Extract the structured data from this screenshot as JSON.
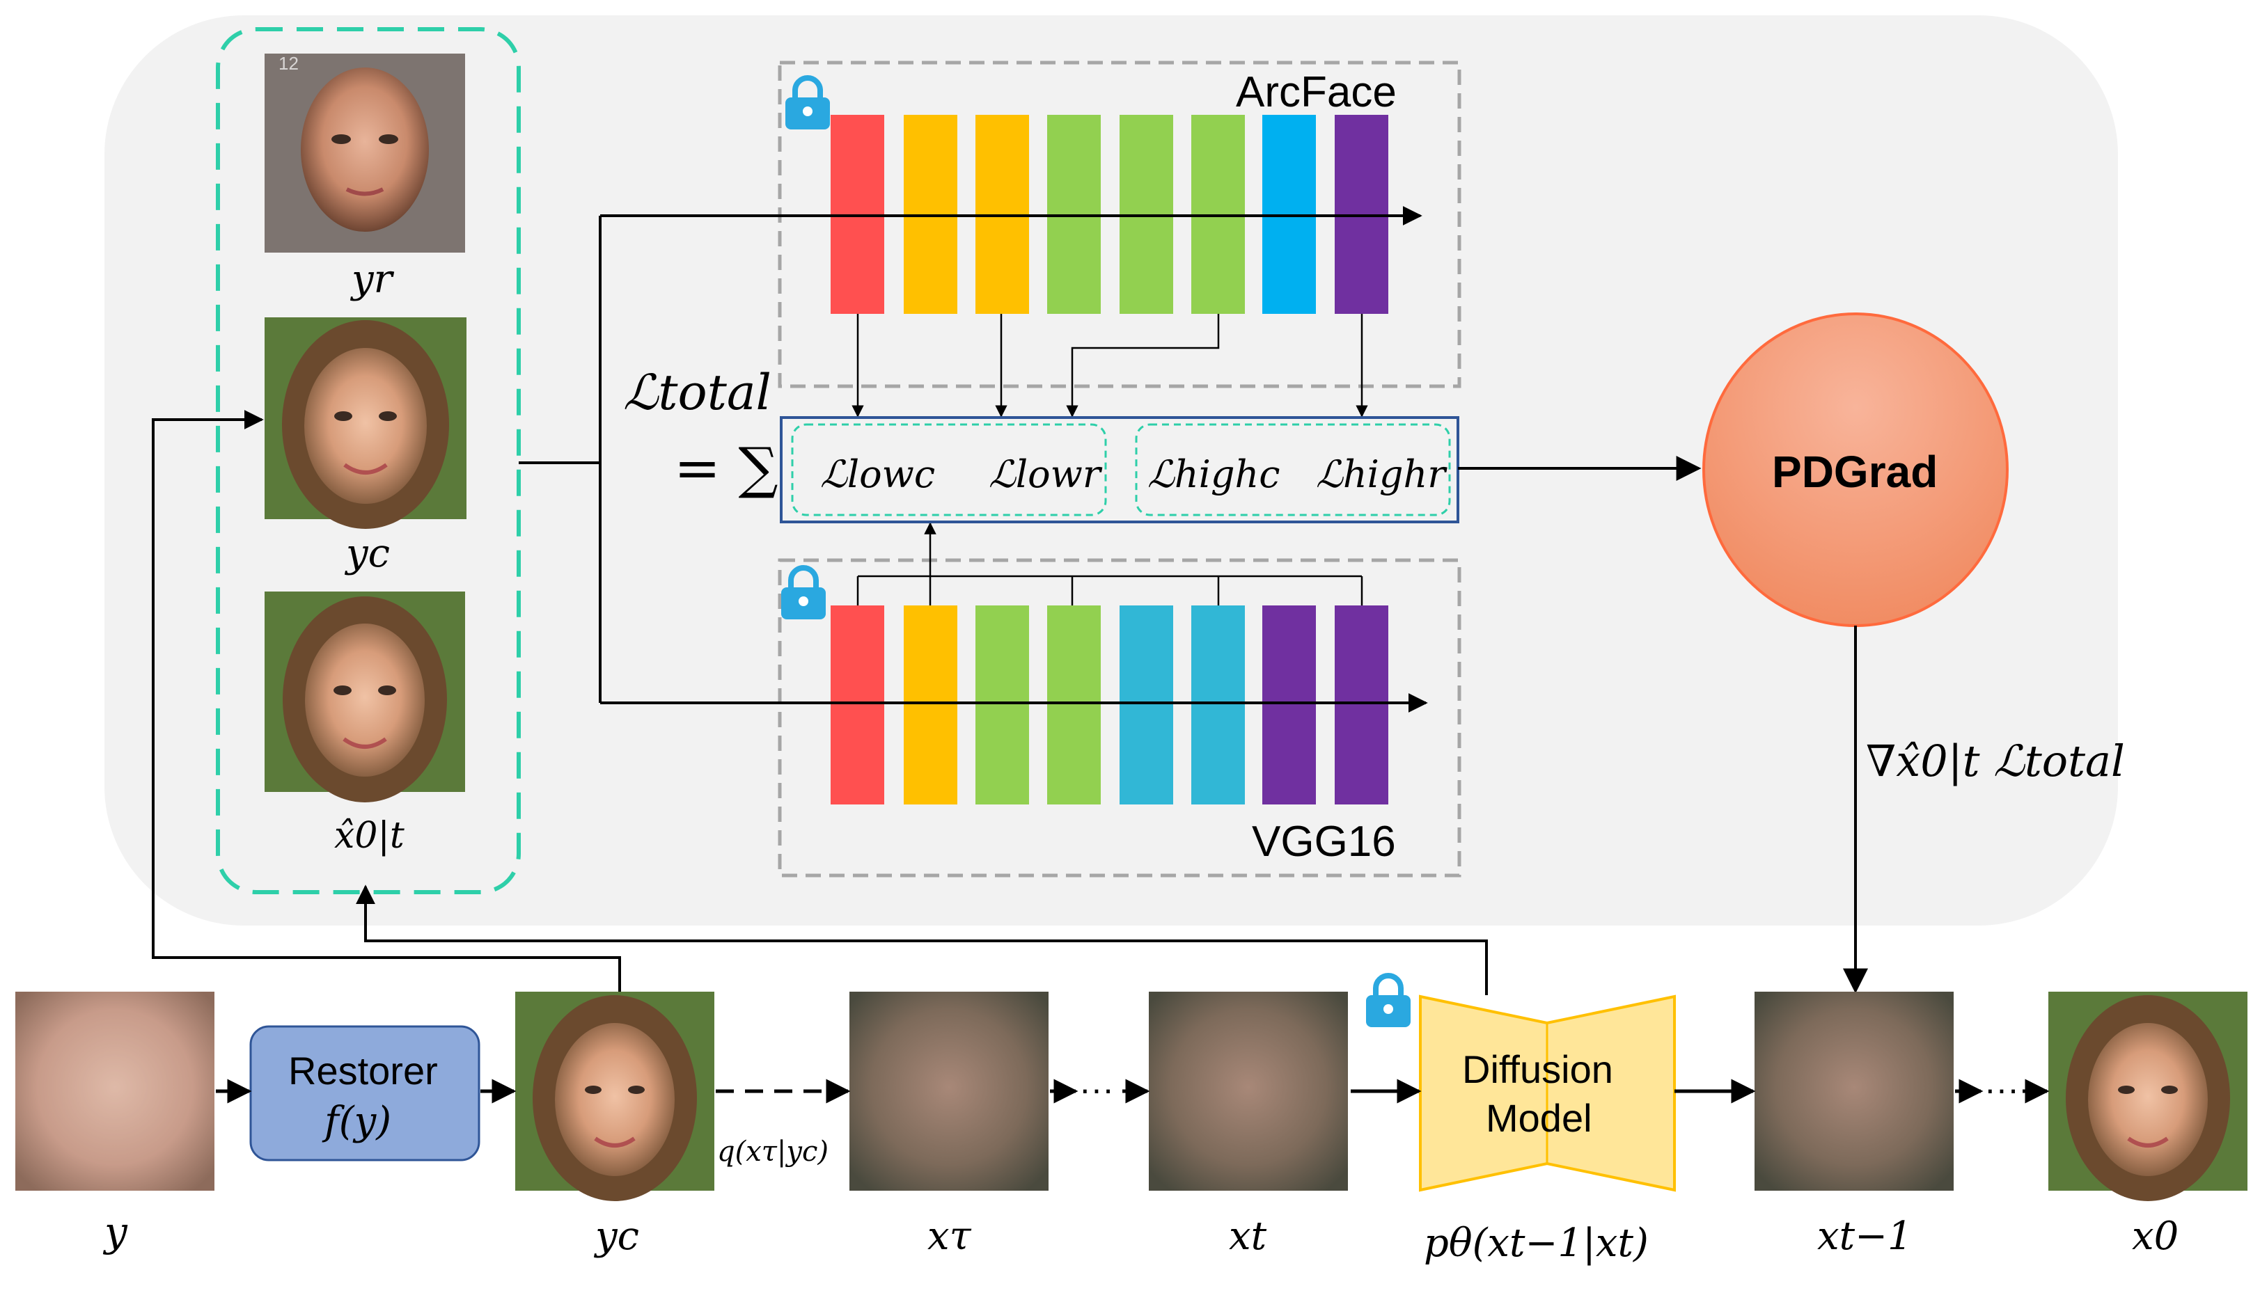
{
  "encoders": {
    "arcface": {
      "name": "ArcFace"
    },
    "vgg": {
      "name": "VGG16"
    }
  },
  "loss": {
    "total_label": "ℒtotal",
    "eq": "= ∑",
    "terms": [
      "ℒlowc",
      "ℒlowr",
      "ℒhighc",
      "ℒhighr"
    ]
  },
  "images": {
    "yr": "yr",
    "yc": "yc",
    "x0t": "x̂0|t"
  },
  "pdgrad": {
    "label": "PDGrad",
    "grad_label": "∇x̂0|t ℒtotal"
  },
  "pipeline": {
    "y": "y",
    "restorer_line1": "Restorer",
    "restorer_line2": "f(y)",
    "yc": "yc",
    "q": "q(xτ|yc)",
    "x_tau": "xτ",
    "x_t": "xt",
    "dots": "···",
    "diffusion_line1": "Diffusion",
    "diffusion_line2": "Model",
    "p_theta": "pθ(xt−1|xt)",
    "x_t1": "xt−1",
    "x_0": "x0"
  },
  "colors": {
    "panel": "#f2f2f2",
    "teal_dash": "#2ecfa9",
    "red": "#ff5050",
    "orange": "#ffc000",
    "green": "#92d050",
    "cyan": "#00b0f0",
    "blue_vgg": "#31b7d6",
    "purple": "#7030a0",
    "pdgrad_fill": "#f79a7a",
    "restorer_fill": "#8eaadb",
    "diffusion_fill": "#ffe699"
  }
}
